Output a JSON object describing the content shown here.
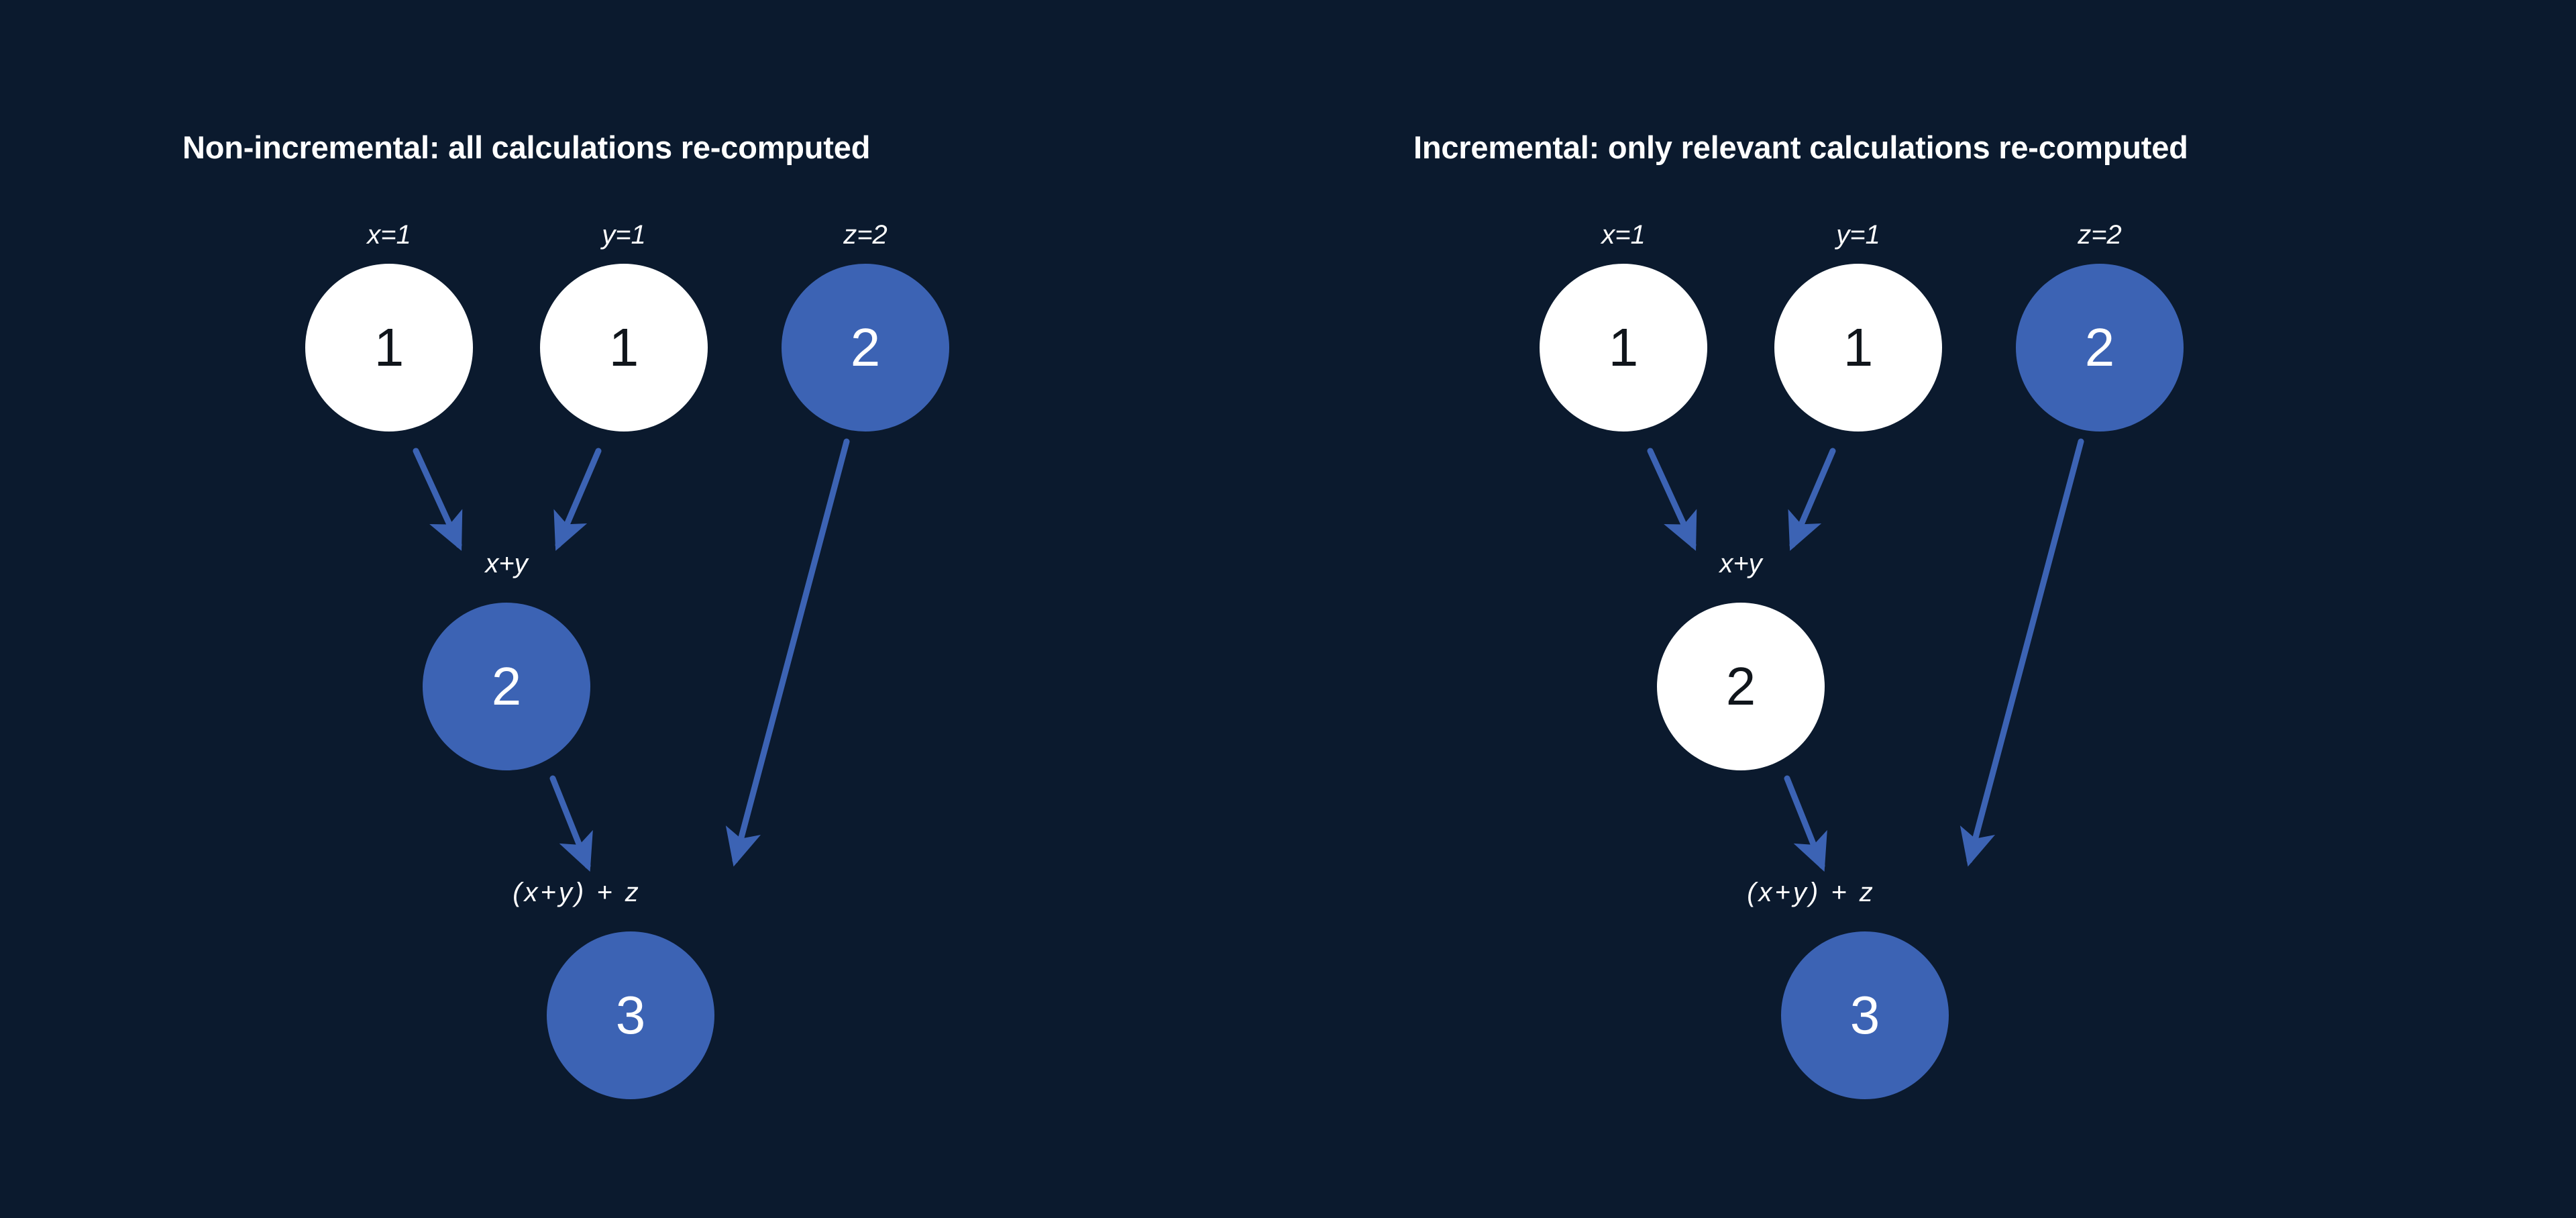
{
  "background_color": "#0b1a2e",
  "accent_color": "#3c63b4",
  "node_white_color": "#ffffff",
  "text_color": "#ffffff",
  "panels": [
    {
      "id": "non-incremental",
      "title": "Non-incremental: all calculations re-computed",
      "nodes": [
        {
          "id": "x",
          "label": "x=1",
          "value": "1",
          "style": "white"
        },
        {
          "id": "y",
          "label": "y=1",
          "value": "1",
          "style": "white"
        },
        {
          "id": "z",
          "label": "z=2",
          "value": "2",
          "style": "blue"
        },
        {
          "id": "xy",
          "label": "x+y",
          "value": "2",
          "style": "blue"
        },
        {
          "id": "sum",
          "label": "(x+y) + z",
          "value": "3",
          "style": "blue"
        }
      ],
      "edges": [
        {
          "from": "x",
          "to": "xy"
        },
        {
          "from": "y",
          "to": "xy"
        },
        {
          "from": "z",
          "to": "sum"
        },
        {
          "from": "xy",
          "to": "sum"
        }
      ]
    },
    {
      "id": "incremental",
      "title": "Incremental: only relevant calculations re-computed",
      "nodes": [
        {
          "id": "x",
          "label": "x=1",
          "value": "1",
          "style": "white"
        },
        {
          "id": "y",
          "label": "y=1",
          "value": "1",
          "style": "white"
        },
        {
          "id": "z",
          "label": "z=2",
          "value": "2",
          "style": "blue"
        },
        {
          "id": "xy",
          "label": "x+y",
          "value": "2",
          "style": "white"
        },
        {
          "id": "sum",
          "label": "(x+y) + z",
          "value": "3",
          "style": "blue"
        }
      ],
      "edges": [
        {
          "from": "x",
          "to": "xy"
        },
        {
          "from": "y",
          "to": "xy"
        },
        {
          "from": "z",
          "to": "sum"
        },
        {
          "from": "xy",
          "to": "sum"
        }
      ]
    }
  ]
}
